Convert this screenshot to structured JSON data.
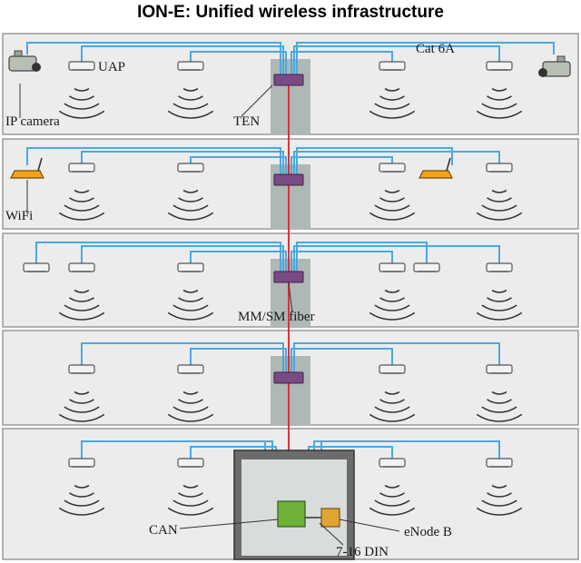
{
  "title": "ION-E: Unified wireless infrastructure",
  "labels": {
    "uap": "UAP",
    "cat6a": "Cat 6A",
    "ip_camera": "IP camera",
    "ten": "TEN",
    "wifi": "WiFi",
    "fiber": "MM/SM fiber",
    "can": "CAN",
    "enodeb": "eNode B",
    "din": "7-16 DIN"
  },
  "colors": {
    "cable": "#4aa9df",
    "fiber": "#d8343c",
    "floor_fill": "#ececec",
    "floor_border": "#9a9a9a",
    "riser": "#aeb8b4",
    "ten_box": "#7a4a85",
    "can_box": "#6fb23a",
    "enodeb_box": "#e0a432",
    "router": "#f2a31a"
  },
  "icons": [
    "ip-camera-icon",
    "uap-icon",
    "wifi-router-icon",
    "ten-switch-icon",
    "can-unit-icon",
    "enodeb-unit-icon"
  ]
}
